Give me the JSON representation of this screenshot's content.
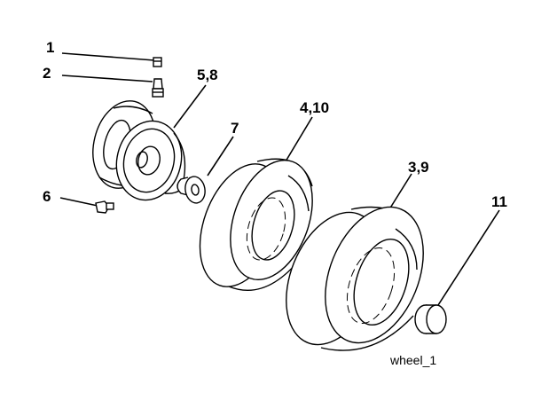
{
  "callouts": {
    "c1": "1",
    "c2": "2",
    "c58": "5,8",
    "c7": "7",
    "c410": "4,10",
    "c39": "3,9",
    "c6": "6",
    "c11": "11"
  },
  "caption": "wheel_1"
}
